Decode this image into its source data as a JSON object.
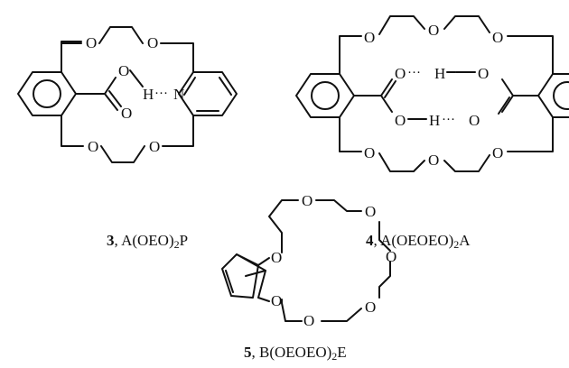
{
  "atoms": {
    "oxygen": "O",
    "nitrogen": "N",
    "hydrogen": "H",
    "hbond": "···"
  },
  "compounds": [
    {
      "number": "3",
      "formula_pre": "A(OEO)",
      "subscript": "2",
      "formula_post": "P"
    },
    {
      "number": "4",
      "formula_pre": "A(OEOEO)",
      "subscript": "2",
      "formula_post": "A"
    },
    {
      "number": "5",
      "formula_pre": "B(OEOEO)",
      "subscript": "2",
      "formula_post": "E"
    }
  ]
}
